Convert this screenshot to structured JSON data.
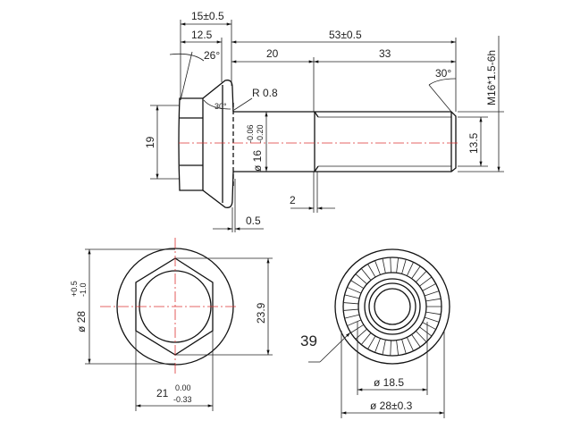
{
  "side_view": {
    "dim_head_height": "15±0.5",
    "dim_head_hex": "12.5",
    "dim_length": "53±0.5",
    "dim_unthreaded": "20",
    "dim_threaded": "33",
    "angle_chamfer": "30°",
    "angle_flange": "26°",
    "angle_underhead": "30°",
    "radius": "R 0.8",
    "dim_hex_width": "19",
    "dim_shank_dia": "ø 16",
    "dim_shank_tol_upper": "-0.06",
    "dim_shank_tol_lower": "-0.20",
    "dim_minor_dia": "13.5",
    "thread_spec": "M16*1.5-6h",
    "dim_groove": "2",
    "dim_serration": "0.5"
  },
  "front_view": {
    "dim_flange_dia": "ø 28",
    "dim_flange_tol_upper": "+0.5",
    "dim_flange_tol_lower": "-1.0",
    "dim_across_corners": "23.9",
    "dim_across_flats": "21",
    "dim_flats_tol_upper": "0.00",
    "dim_flats_tol_lower": "-0.33"
  },
  "bottom_view": {
    "serration_count": "39",
    "dim_inner_dia": "ø 18.5",
    "dim_outer_dia": "ø 28±0.3"
  }
}
